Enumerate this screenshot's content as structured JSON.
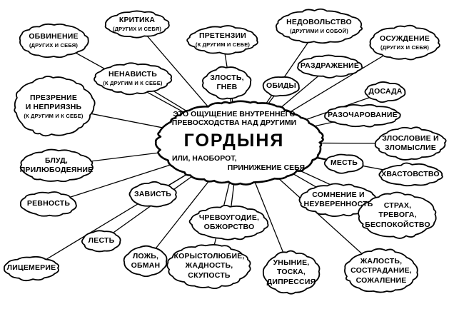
{
  "center": {
    "top_line1": "ЭТО  ОЩУЩЕНИЕ  ВНУТРЕННЕГО",
    "top_line2": "ПРЕВОСХОДСТВА НАД ДРУГИМИ",
    "title": "ГОРДЫНЯ",
    "bottom_line1": "ИЛИ, НАОБОРОТ,",
    "bottom_line2": "ПРИНИЖЕНИЕ СЕБЯ"
  },
  "nodes": [
    {
      "id": "criticism",
      "lines": [
        "КРИТИКА"
      ],
      "sub": "(ДРУГИХ И СЕБЯ)"
    },
    {
      "id": "accusation",
      "lines": [
        "ОБВИНЕНИЕ"
      ],
      "sub": "(ДРУГИХ И СЕБЯ)"
    },
    {
      "id": "claims",
      "lines": [
        "ПРЕТЕНЗИИ"
      ],
      "sub": "(К ДРУГИМ И СЕБЕ)"
    },
    {
      "id": "discontent",
      "lines": [
        "НЕДОВОЛЬСТВО"
      ],
      "sub": "(ДРУГИМИ И СОБОЙ)"
    },
    {
      "id": "condemnation",
      "lines": [
        "ОСУЖДЕНИЕ"
      ],
      "sub": "(ДРУГИХ И СЕБЯ)"
    },
    {
      "id": "hatred",
      "lines": [
        "НЕНАВИСТЬ"
      ],
      "sub": "(К ДРУГИМ И К СЕБЕ)"
    },
    {
      "id": "irritation",
      "lines": [
        "РАЗДРАЖЕНИЕ"
      ],
      "sub": ""
    },
    {
      "id": "anger",
      "lines": [
        "ЗЛОСТЬ,",
        "ГНЕВ"
      ],
      "sub": ""
    },
    {
      "id": "resentment",
      "lines": [
        "ОБИДЫ"
      ],
      "sub": ""
    },
    {
      "id": "vexation",
      "lines": [
        "ДОСАДА"
      ],
      "sub": ""
    },
    {
      "id": "contempt",
      "lines": [
        "ПРЕЗРЕНИЕ",
        "И НЕПРИЯЗНЬ"
      ],
      "sub": "(К ДРУГИМ И К СЕБЕ)"
    },
    {
      "id": "disappointment",
      "lines": [
        "РАЗОЧАРОВАНИЕ"
      ],
      "sub": ""
    },
    {
      "id": "malice",
      "lines": [
        "ЗЛОСЛОВИЕ И",
        "ЗЛОМЫСЛИЕ"
      ],
      "sub": ""
    },
    {
      "id": "fornication",
      "lines": [
        "БЛУД,",
        "ПРИЛЮБОДЕЯНИЕ"
      ],
      "sub": ""
    },
    {
      "id": "revenge",
      "lines": [
        "МЕСТЬ"
      ],
      "sub": ""
    },
    {
      "id": "boasting",
      "lines": [
        "ХВАСТОВСТВО"
      ],
      "sub": ""
    },
    {
      "id": "jealousy",
      "lines": [
        "РЕВНОСТЬ"
      ],
      "sub": ""
    },
    {
      "id": "envy",
      "lines": [
        "ЗАВИСТЬ"
      ],
      "sub": ""
    },
    {
      "id": "doubt",
      "lines": [
        "СОМНЕНИЕ И",
        "НЕУВЕРЕННОСТЬ"
      ],
      "sub": ""
    },
    {
      "id": "fear",
      "lines": [
        "СТРАХ,",
        "ТРЕВОГА,",
        "БЕСПОКОЙСТВО"
      ],
      "sub": ""
    },
    {
      "id": "gluttony",
      "lines": [
        "ЧРЕВОУГОДИЕ,",
        "ОБЖОРСТВО"
      ],
      "sub": ""
    },
    {
      "id": "flattery",
      "lines": [
        "ЛЕСТЬ"
      ],
      "sub": ""
    },
    {
      "id": "lies",
      "lines": [
        "ЛОЖЬ,",
        "ОБМАН"
      ],
      "sub": ""
    },
    {
      "id": "greed",
      "lines": [
        "КОРЫСТОЛЮБИЕ,",
        "ЖАДНОСТЬ,",
        "СКУПОСТЬ"
      ],
      "sub": ""
    },
    {
      "id": "hypocrisy",
      "lines": [
        "ЛИЦЕМЕРИЕ"
      ],
      "sub": ""
    },
    {
      "id": "despondency",
      "lines": [
        "УНЫНИЕ,",
        "ТОСКА,",
        "ДИПРЕССИЯ"
      ],
      "sub": ""
    },
    {
      "id": "pity",
      "lines": [
        "ЖАЛОСТЬ,",
        "СОСТРАДАНИЕ,",
        "СОЖАЛЕНИЕ"
      ],
      "sub": ""
    }
  ]
}
